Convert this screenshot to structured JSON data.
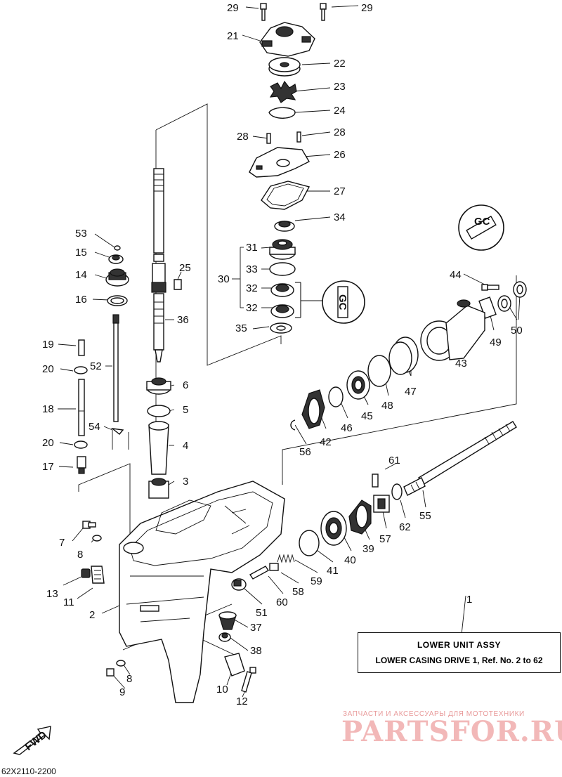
{
  "callouts": [
    {
      "id": "29",
      "n": "29"
    },
    {
      "id": "29b",
      "n": "29"
    },
    {
      "id": "21",
      "n": "21"
    },
    {
      "id": "22",
      "n": "22"
    },
    {
      "id": "23",
      "n": "23"
    },
    {
      "id": "24",
      "n": "24"
    },
    {
      "id": "28",
      "n": "28"
    },
    {
      "id": "28b",
      "n": "28"
    },
    {
      "id": "26",
      "n": "26"
    },
    {
      "id": "27",
      "n": "27"
    },
    {
      "id": "34",
      "n": "34"
    },
    {
      "id": "53",
      "n": "53"
    },
    {
      "id": "15",
      "n": "15"
    },
    {
      "id": "14",
      "n": "14"
    },
    {
      "id": "25",
      "n": "25"
    },
    {
      "id": "31",
      "n": "31"
    },
    {
      "id": "33",
      "n": "33"
    },
    {
      "id": "30",
      "n": "30"
    },
    {
      "id": "32",
      "n": "32"
    },
    {
      "id": "32b",
      "n": "32"
    },
    {
      "id": "16",
      "n": "16"
    },
    {
      "id": "36",
      "n": "36"
    },
    {
      "id": "35",
      "n": "35"
    },
    {
      "id": "19",
      "n": "19"
    },
    {
      "id": "20",
      "n": "20"
    },
    {
      "id": "52",
      "n": "52"
    },
    {
      "id": "6",
      "n": "6"
    },
    {
      "id": "5",
      "n": "5"
    },
    {
      "id": "18",
      "n": "18"
    },
    {
      "id": "54",
      "n": "54"
    },
    {
      "id": "4",
      "n": "4"
    },
    {
      "id": "20b",
      "n": "20"
    },
    {
      "id": "17",
      "n": "17"
    },
    {
      "id": "3",
      "n": "3"
    },
    {
      "id": "44",
      "n": "44"
    },
    {
      "id": "49",
      "n": "49"
    },
    {
      "id": "50",
      "n": "50"
    },
    {
      "id": "43",
      "n": "43"
    },
    {
      "id": "47",
      "n": "47"
    },
    {
      "id": "48",
      "n": "48"
    },
    {
      "id": "45",
      "n": "45"
    },
    {
      "id": "46",
      "n": "46"
    },
    {
      "id": "42",
      "n": "42"
    },
    {
      "id": "56",
      "n": "56"
    },
    {
      "id": "61",
      "n": "61"
    },
    {
      "id": "55",
      "n": "55"
    },
    {
      "id": "62",
      "n": "62"
    },
    {
      "id": "57",
      "n": "57"
    },
    {
      "id": "39",
      "n": "39"
    },
    {
      "id": "40",
      "n": "40"
    },
    {
      "id": "41",
      "n": "41"
    },
    {
      "id": "59",
      "n": "59"
    },
    {
      "id": "58",
      "n": "58"
    },
    {
      "id": "60",
      "n": "60"
    },
    {
      "id": "51",
      "n": "51"
    },
    {
      "id": "7",
      "n": "7"
    },
    {
      "id": "8",
      "n": "8"
    },
    {
      "id": "13",
      "n": "13"
    },
    {
      "id": "11",
      "n": "11"
    },
    {
      "id": "2",
      "n": "2"
    },
    {
      "id": "37",
      "n": "37"
    },
    {
      "id": "38",
      "n": "38"
    },
    {
      "id": "1",
      "n": "1"
    },
    {
      "id": "8b",
      "n": "8"
    },
    {
      "id": "9",
      "n": "9"
    },
    {
      "id": "10",
      "n": "10"
    },
    {
      "id": "12",
      "n": "12"
    }
  ],
  "title_box": {
    "line1": "LOWER UNIT ASSY",
    "line2": "LOWER CASING DRIVE 1,  Ref. No. 2 to 62"
  },
  "fwd_label": "FWD",
  "diagram_code": "62X2110-2200",
  "watermark": {
    "small": "ЗАПЧАСТИ И АКСЕССУАРЫ ДЛЯ МОТОТЕХНИКИ",
    "big": "PARTSFOR.RU",
    "color": "#f2b8b8"
  },
  "lube_badges": [
    "GC",
    "GC"
  ]
}
